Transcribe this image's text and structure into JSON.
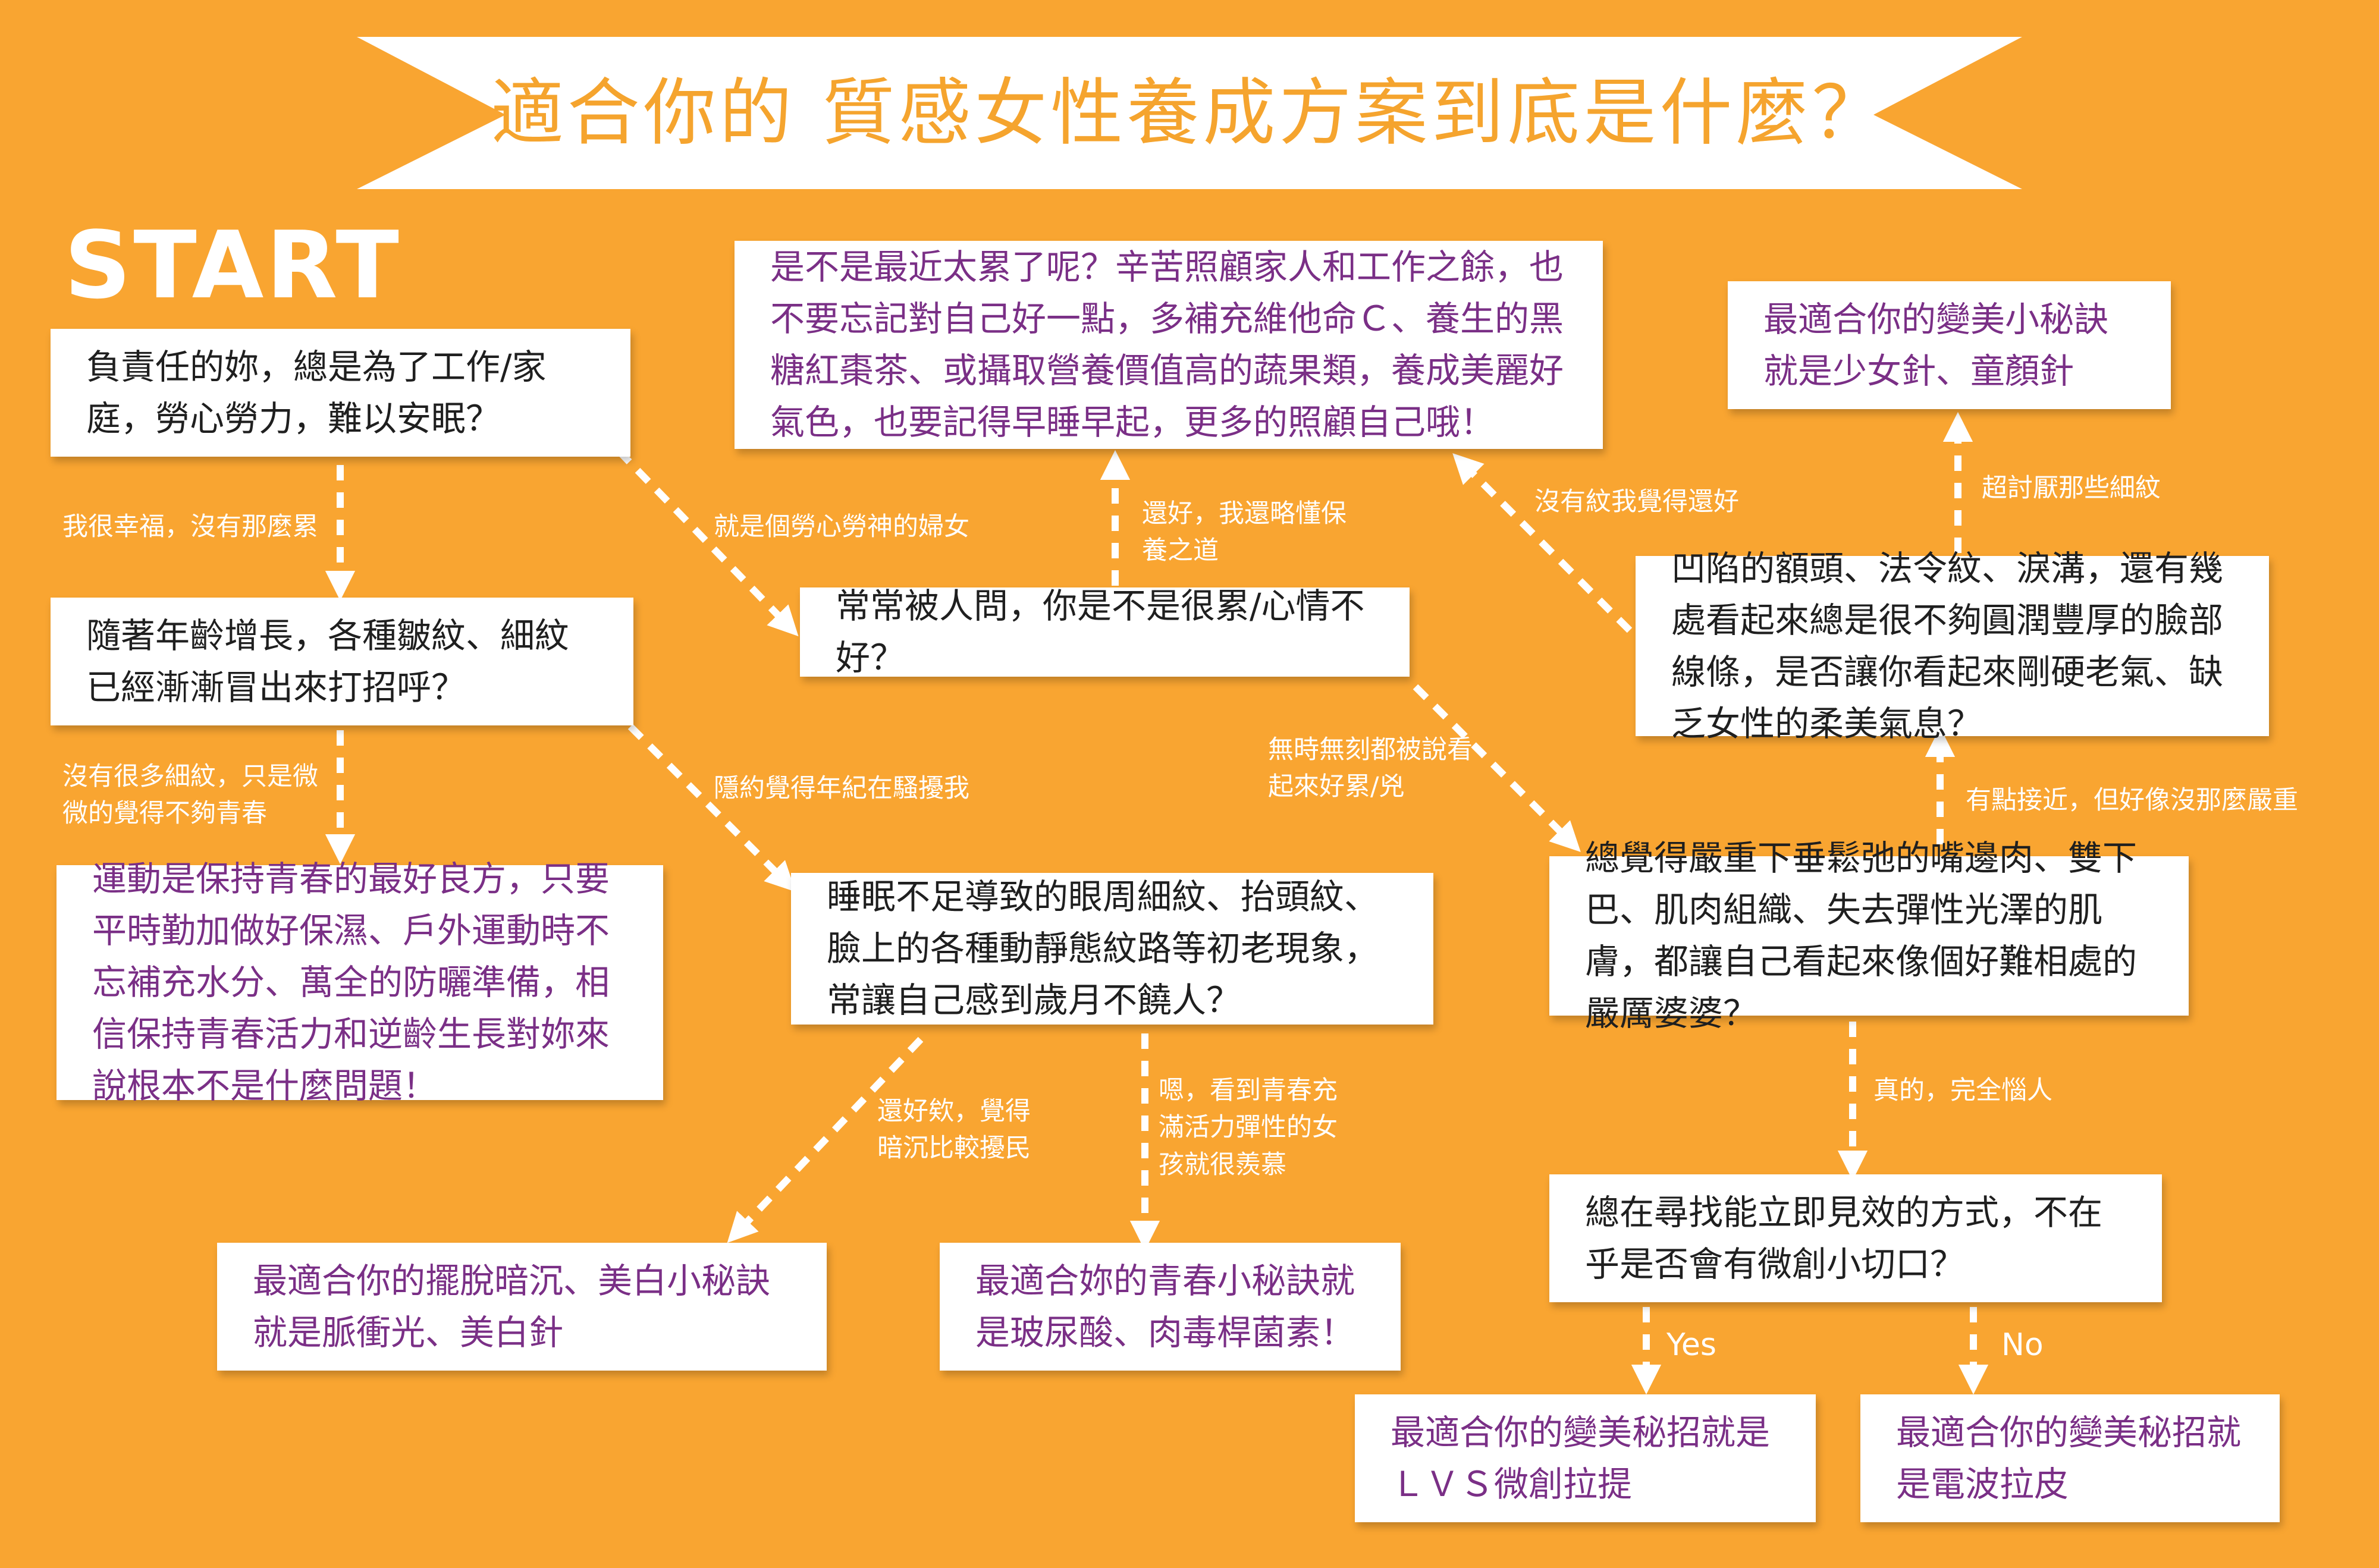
{
  "title": "適合你的 質感女性養成方案到底是什麼？",
  "start_label": "START",
  "colors": {
    "background": "#F9A531",
    "box": "#FFFFFF",
    "question_text": "#1F1F1F",
    "result_text": "#7A2F86",
    "title_text": "#F5A42E"
  },
  "questions": {
    "q1": "負責任的妳，總是為了工作/家庭，勞心勞力，難以安眠？",
    "q2": "隨著年齡增長，各種皺紋、細紋已經漸漸冒出來打招呼？",
    "q3": "常常被人問，你是不是很累/心情不好？",
    "q4": "睡眠不足導致的眼周細紋、抬頭紋、臉上的各種動靜態紋路等初老現象，常讓自己感到歲月不饒人？",
    "q5": "總覺得嚴重下垂鬆弛的嘴邊肉、雙下巴、肌肉組織、失去彈性光澤的肌膚，都讓自己看起來像個好難相處的嚴厲婆婆？",
    "q6": "凹陷的額頭、法令紋、淚溝，還有幾處看起來總是很不夠圓潤豐厚的臉部線條，是否讓你看起來剛硬老氣、缺乏女性的柔美氣息？",
    "q7": "總在尋找能立即見效的方式，不在乎是否會有微創小切口？"
  },
  "results": {
    "r_sport": "運動是保持青春的最好良方，只要平時勤加做好保濕、戶外運動時不忘補充水分、萬全的防曬準備，相信保持青春活力和逆齡生長對妳來說根本不是什麼問題！",
    "r_rest": "是不是最近太累了呢？辛苦照顧家人和工作之餘，也不要忘記對自己好一點，多補充維他命Ｃ、養生的黑糖紅棗茶、或攝取營養價值高的蔬果類，養成美麗好氣色，也要記得早睡早起，更多的照顧自己哦！",
    "r_needle": "最適合你的變美小秘訣就是少女針、童顏針",
    "r_whiten": "最適合你的擺脫暗沉、美白小秘訣就是脈衝光、美白針",
    "r_youth": "最適合妳的青春小秘訣就是玻尿酸、肉毒桿菌素！",
    "r_lvs": "最適合你的變美秘招就是ＬＶＳ微創拉提",
    "r_rf": "最適合你的變美秘招就是電波拉皮"
  },
  "edges": {
    "e_happy": "我很幸福，沒有那麼累",
    "e_tired_woman": "就是個勞心勞神的婦女",
    "e_ok_know": "還好，我還略懂保養之道",
    "e_not_old": "沒有紋我覺得還好",
    "e_hate_lines": "超討厭那些細紋",
    "e_few_lines": "沒有很多細紋，只是微微的覺得不夠青春",
    "e_age_bother": "隱約覺得年紀在騷擾我",
    "e_always_tired": "無時無刻都被說看起來好累/兇",
    "e_close": "有點接近，但好像沒那麼嚴重",
    "e_dull": "還好欸，覺得暗沉比較擾民",
    "e_envy": "嗯，看到青春充滿活力彈性的女孩就很羨慕",
    "e_annoyed": "真的，完全惱人",
    "e_yes": "Yes",
    "e_no": "No"
  }
}
